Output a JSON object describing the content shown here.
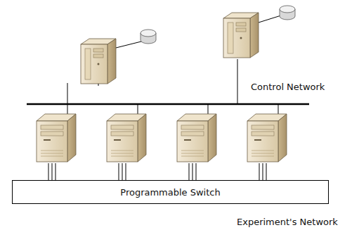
{
  "diagram": {
    "nodes": [
      {
        "text": [
          "Programmable Switch"
        ]
      }
    ],
    "labels": [
      "Control Network",
      "Experiment's Network"
    ]
  }
}
